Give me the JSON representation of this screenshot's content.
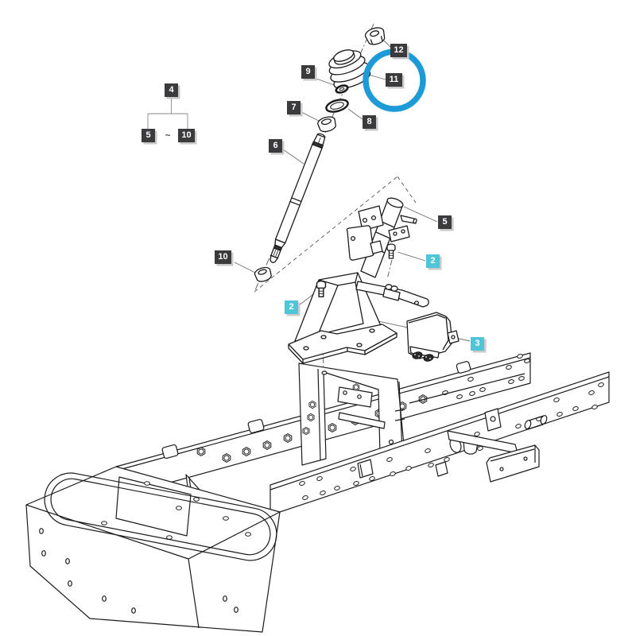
{
  "diagram": {
    "type": "exploded-parts-diagram",
    "subject": "tractor chassis frame with steering column assembly",
    "highlight": {
      "part_number": "11",
      "shape": "circle",
      "color": "#1e9bd7"
    },
    "callouts": {
      "group": {
        "label": "4",
        "range_start": "5",
        "range_separator": "~",
        "range_end": "10"
      },
      "labels": {
        "n2": "2",
        "n3": "3",
        "n5": "5",
        "n6": "6",
        "n7": "7",
        "n8": "8",
        "n9": "9",
        "n10": "10",
        "n11": "11",
        "n12": "12"
      }
    },
    "colors": {
      "callout_dark_bg": "#3b3b3d",
      "callout_teal_bg": "#4fc6d8",
      "callout_text": "#ffffff",
      "highlight_circle": "#1e9bd7",
      "line_art": "#1b1b1b",
      "leader_line": "#6e6e6e",
      "background": "#ffffff"
    }
  }
}
